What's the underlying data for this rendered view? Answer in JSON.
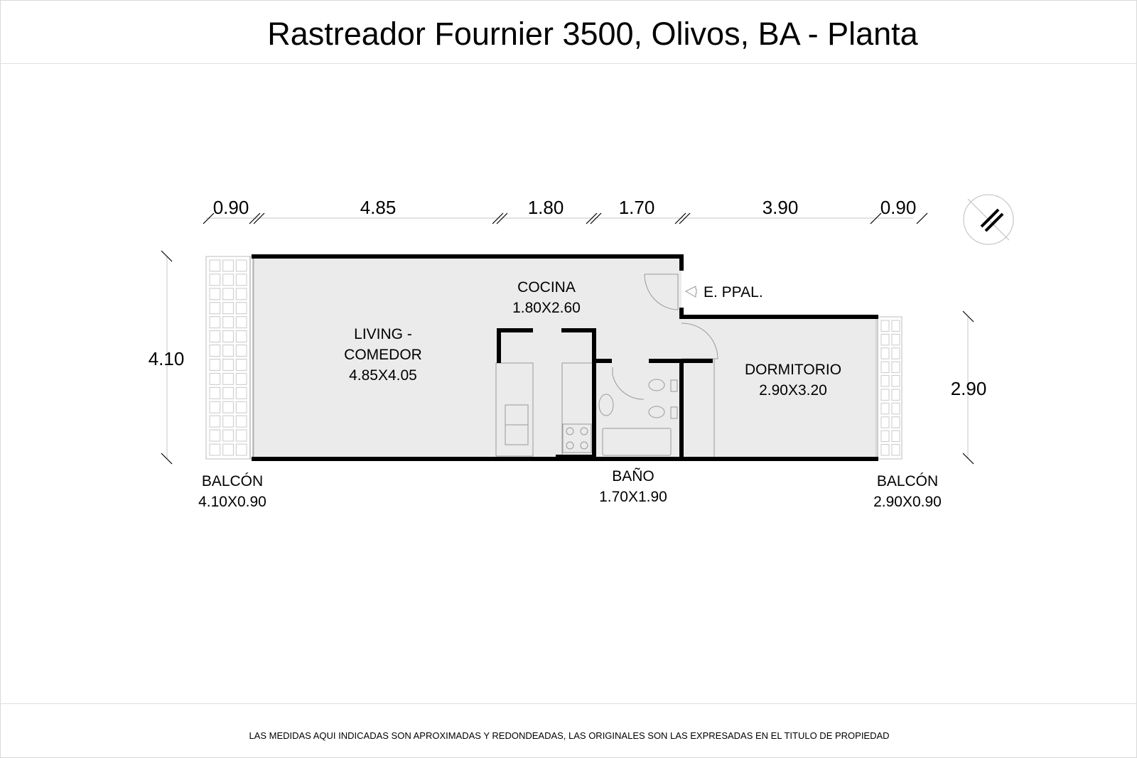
{
  "title": "Rastreador Fournier 3500, Olivos, BA - Planta",
  "disclaimer": "LAS MEDIDAS AQUI INDICADAS SON APROXIMADAS Y REDONDEADAS, LAS ORIGINALES SON LAS EXPRESADAS EN EL TITULO DE PROPIEDAD",
  "dimensions": {
    "top": [
      "0.90",
      "4.85",
      "1.80",
      "1.70",
      "3.90",
      "0.90"
    ],
    "left_height": "4.10",
    "right_height": "2.90"
  },
  "rooms": {
    "living": {
      "name_line1": "LIVING -",
      "name_line2": "COMEDOR",
      "size": "4.85X4.05"
    },
    "cocina": {
      "name": "COCINA",
      "size": "1.80X2.60"
    },
    "entrada": {
      "name": "E. PPAL."
    },
    "dormitorio": {
      "name": "DORMITORIO",
      "size": "2.90X3.20"
    },
    "bano": {
      "name": "BAÑO",
      "size": "1.70X1.90"
    },
    "balcon_left": {
      "name": "BALCÓN",
      "size": "4.10X0.90"
    },
    "balcon_right": {
      "name": "BALCÓN",
      "size": "2.90X0.90"
    }
  },
  "colors": {
    "floor": "#ebebeb",
    "wall": "#000000",
    "fixture": "#9a9a9a",
    "tile": "#bdbdbd"
  },
  "icons": {
    "north": "compass-north-icon"
  }
}
